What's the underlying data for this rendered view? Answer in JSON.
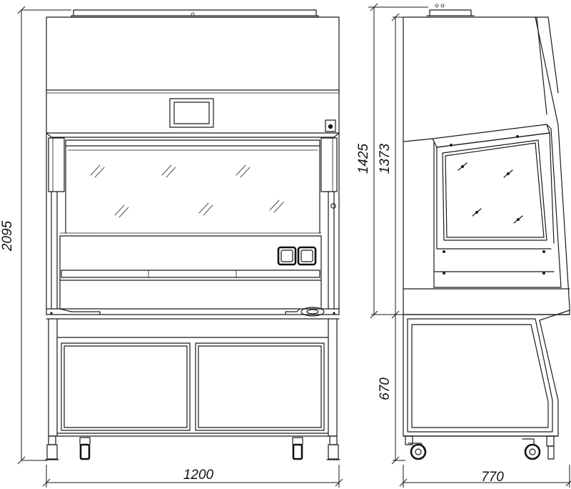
{
  "dimensions": {
    "total_height": "2095",
    "cabinet_height": "1425",
    "cabinet_inner_height": "1373",
    "stand_height": "670",
    "width": "1200",
    "depth": "770"
  }
}
